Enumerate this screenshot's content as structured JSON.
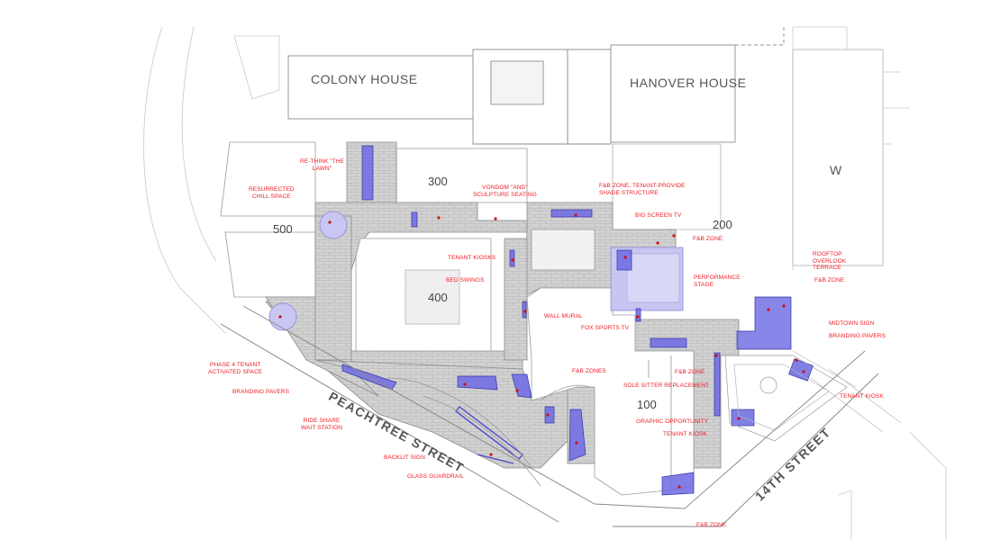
{
  "buildings": {
    "colony_house": "COLONY HOUSE",
    "hanover_house": "HANOVER HOUSE",
    "w": "W"
  },
  "zones": {
    "z300": "300",
    "z200": "200",
    "z500": "500",
    "z400": "400",
    "z100": "100"
  },
  "streets": {
    "peachtree": "PEACHTREE STREET",
    "fourteenth": "14TH STREET"
  },
  "notes": {
    "rethink_lawn": "RE-THINK \"THE\nLAWN\"",
    "chill_space": "RESURRECTED\nCHILL SPACE",
    "vondom": "VONDOM \"AND\"\nSCULPTURE SEATING",
    "fb_shade": "F&B ZONE, TENANT-PROVIDE\nSHADE STRUCTURE",
    "big_screen": "BIG SCREEN TV",
    "fb_zone_200": "F&B ZONE",
    "tenant_kiosks": "TENANT KIOSKS",
    "bed_swings": "BED SWINGS",
    "performance_stage": "PERFORMANCE\nSTAGE",
    "rooftop_terrace": "ROOFTOP\nOVERLOOK\nTERRACE",
    "fb_zone_rooftop": "F&B ZONE",
    "wall_mural": "WALL MURAL",
    "fox_sports": "FOX SPORTS TV",
    "midtown_sign": "MIDTOWN SIGN",
    "branding_pavers_right": "BRANDING PAVERS",
    "phase4": "PHASE 4 TENANT\nACTIVATED SPACE",
    "branding_pavers_left": "BRANDING PAVERS",
    "fb_zones": "F&B ZONES",
    "fb_zone_100": "F&B ZONE",
    "sole_sitter": "SOLE SITTER REPLACEMENT",
    "tenant_kiosk_right": "TENANT KIOSK",
    "ride_share": "RIDE SHARE\nWAIT STATION",
    "graphic_opportunity": "GRAPHIC OPPORTUNITY",
    "tenant_kiosk_100": "TENANT KIOSK",
    "backlit_sign": "BACKLIT SIGN",
    "glass_guardrail": "GLASS GUARDRAIL",
    "fb_zone_bottom": "F&B ZONE"
  },
  "colors": {
    "label_red": "#ee1c25",
    "highlight_blue": "#6f6de3",
    "paving_gray": "#c8c8c8",
    "linework_gray": "#9a9a9a"
  }
}
